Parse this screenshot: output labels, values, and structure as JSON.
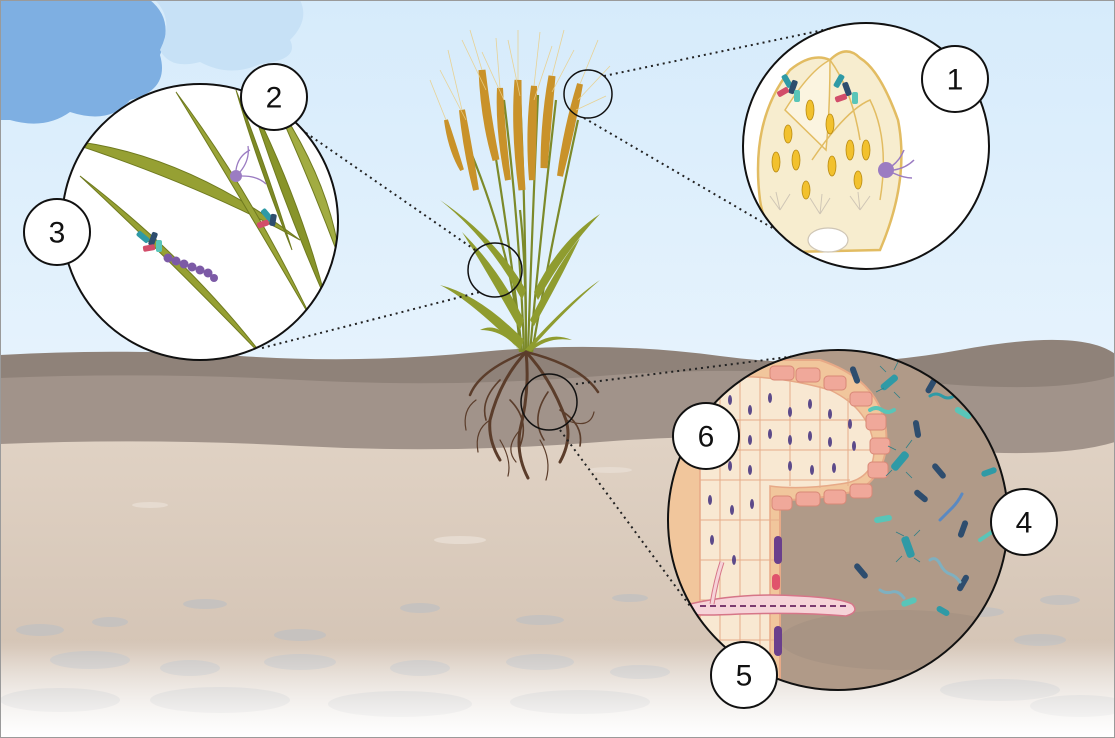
{
  "diagram": {
    "labels": [
      {
        "id": "label-1",
        "text": "1"
      },
      {
        "id": "label-2",
        "text": "2"
      },
      {
        "id": "label-3",
        "text": "3"
      },
      {
        "id": "label-4",
        "text": "4"
      },
      {
        "id": "label-5",
        "text": "5"
      },
      {
        "id": "label-6",
        "text": "6"
      }
    ]
  },
  "colors": {
    "sky": "#dbeefb",
    "cloud": "#7aace0",
    "soil_top": "#8d7f76",
    "soil_mid": "#a39588",
    "soil": "#d8c8b8",
    "stones": "#c9c5c2",
    "wheat": "#e9b84a",
    "leaf": "#8a9a2c",
    "root": "#5a3b2a",
    "root_cell": "#f3c9a0",
    "bacteria_teal": "#2f9aa6",
    "bacteria_navy": "#2e4d6e",
    "fungus_purple": "#7c5aa6"
  },
  "icons": [
    "cloud-icon",
    "wheat-plant-icon",
    "root-system-icon",
    "bacteria-icon",
    "fungus-spore-icon",
    "spikelet-icon"
  ]
}
